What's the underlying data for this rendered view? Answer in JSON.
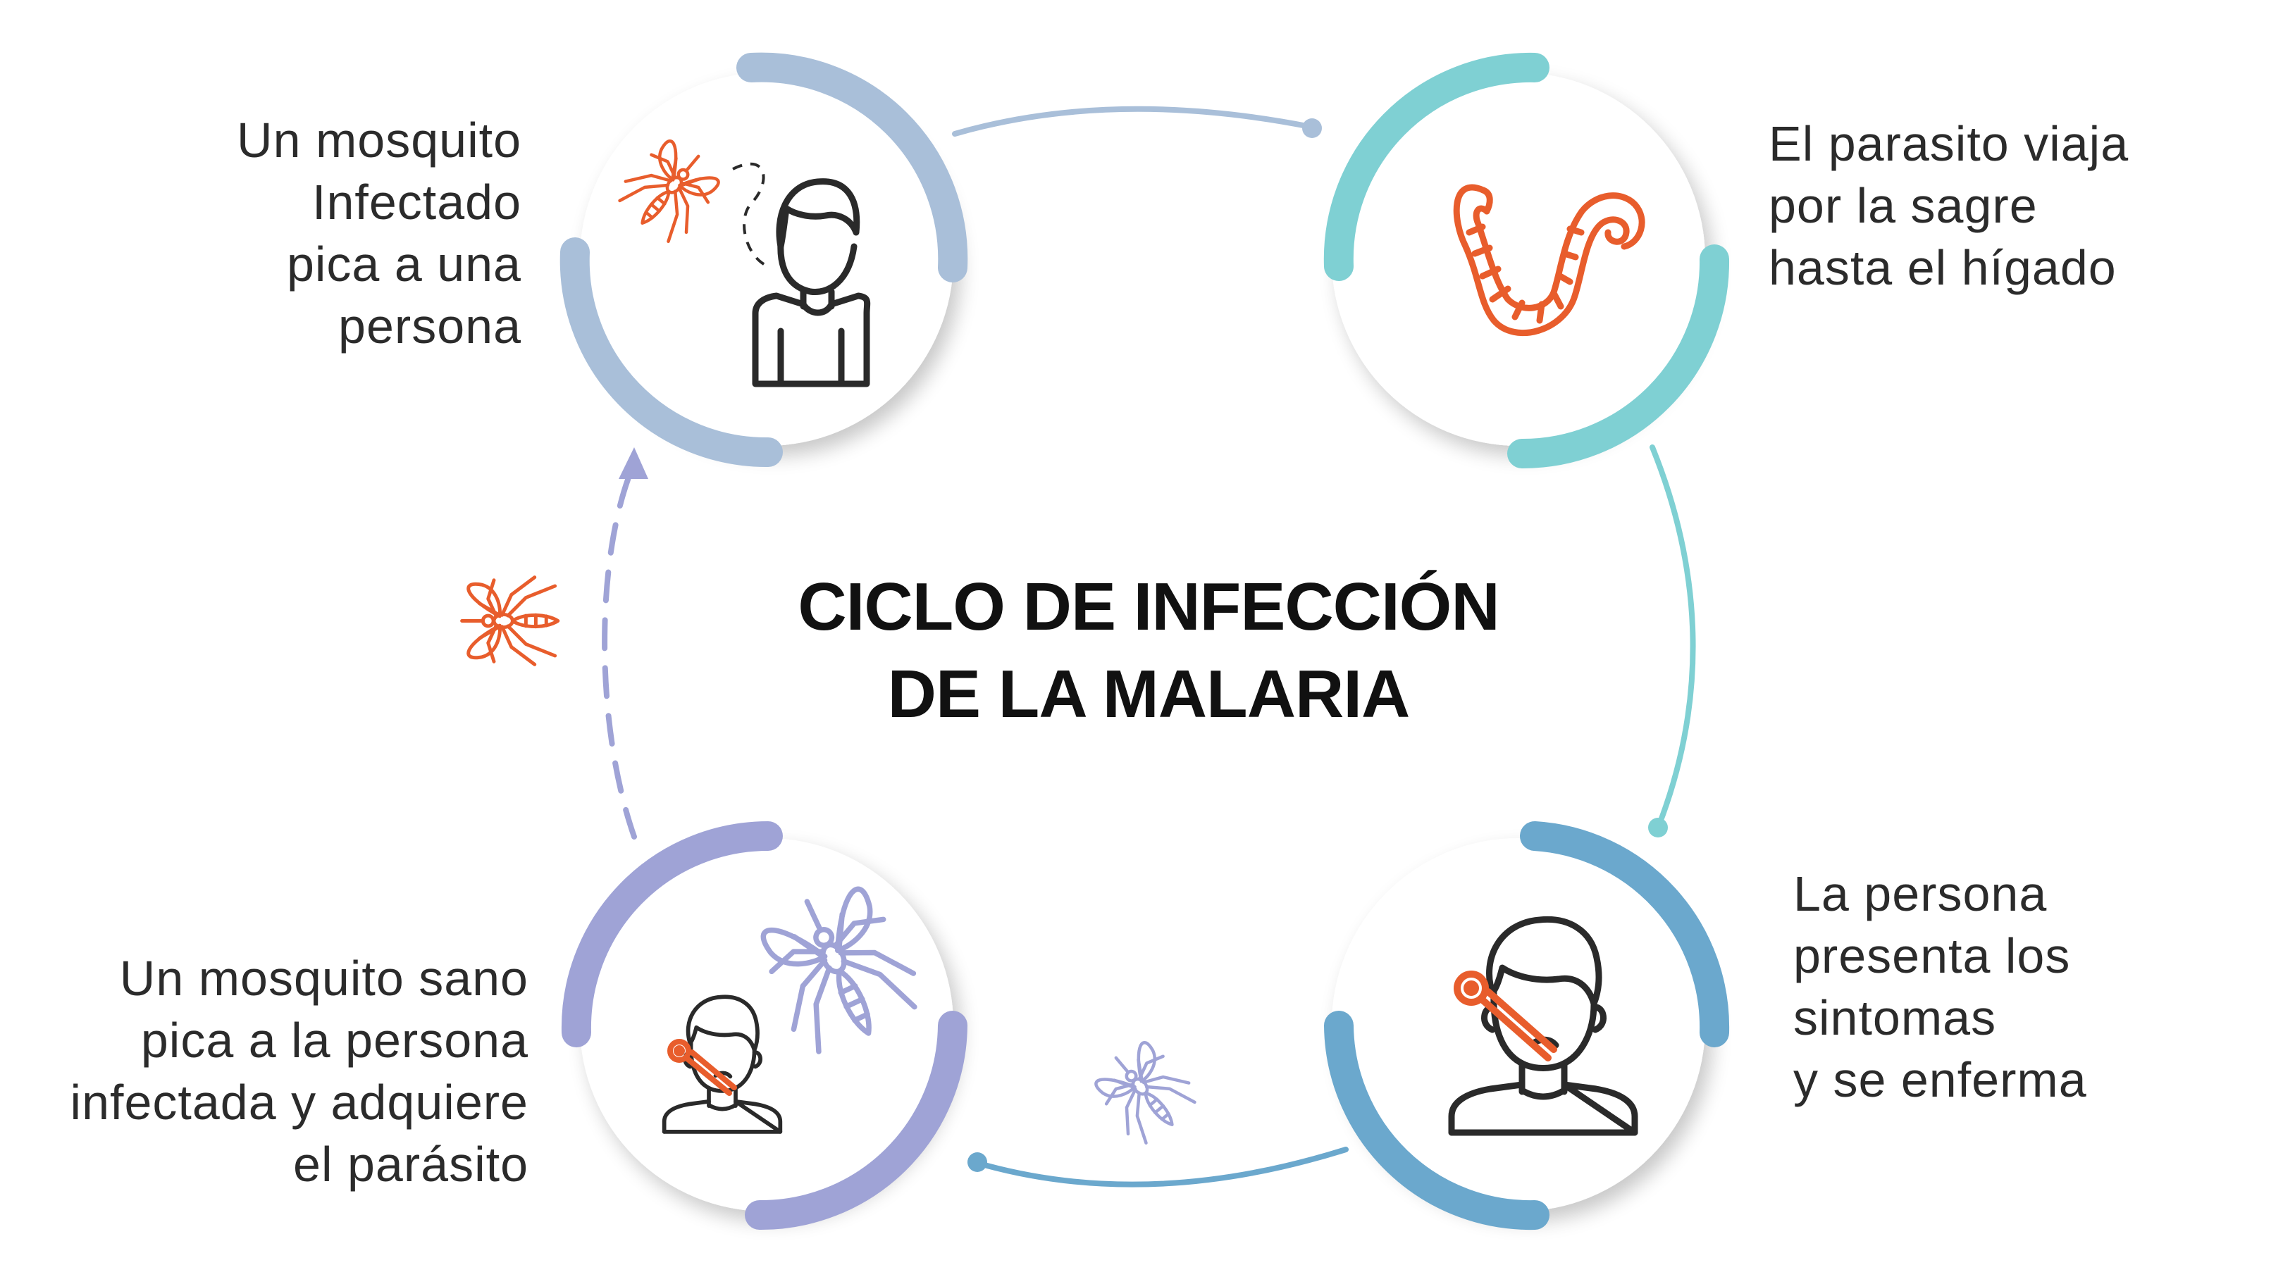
{
  "title": {
    "line1": "CICLO DE INFECCIÓN",
    "line2": "DE LA MALARIA"
  },
  "steps": [
    {
      "id": "step-1",
      "lines": "Un mosquito\nInfectado\npica a una\npersona",
      "color": "#a9bfd9",
      "icons": [
        "mosquito-icon",
        "person-icon"
      ]
    },
    {
      "id": "step-2",
      "lines": "El parasito viaja\npor la sagre\nhasta el hígado",
      "color": "#7fd0d3",
      "icons": [
        "parasite-worm-icon"
      ]
    },
    {
      "id": "step-3",
      "lines": "La persona\npresenta los\nsintomas\ny se enferma",
      "color": "#6ba8cd",
      "icons": [
        "sick-person-thermometer-icon"
      ]
    },
    {
      "id": "step-4",
      "lines": "Un mosquito sano\npica a la persona\ninfectada y adquiere\nel parásito",
      "color": "#9fa3d6",
      "icons": [
        "sick-person-thermometer-icon",
        "mosquito-icon"
      ]
    }
  ],
  "colors": {
    "accent_orange": "#e85d2c",
    "icon_dark": "#2a2a2a",
    "mosquito_lavender": "#9fa3d6"
  }
}
